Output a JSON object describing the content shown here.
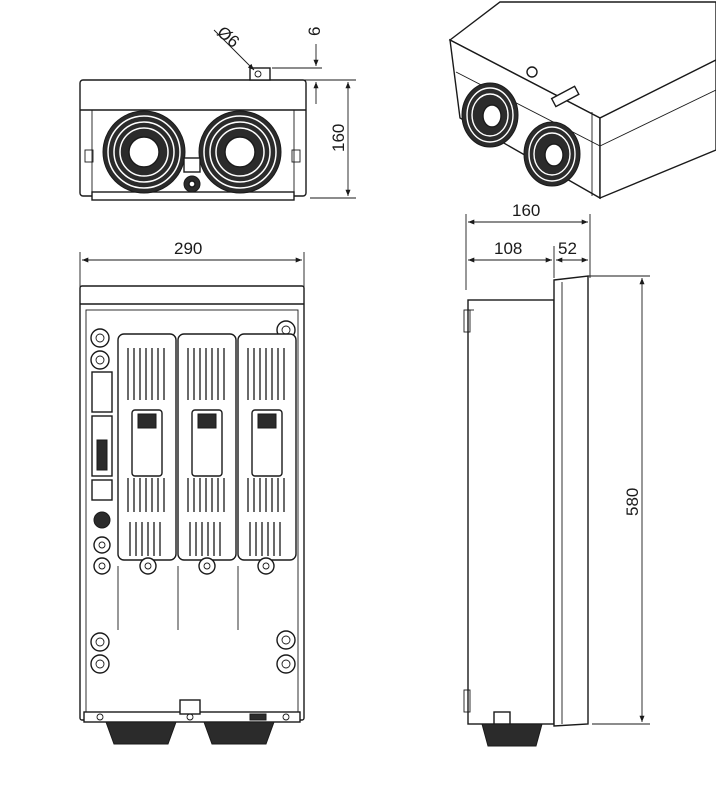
{
  "colors": {
    "line": "#1a1a1a",
    "background": "#ffffff",
    "dark_fill": "#2b2b2b"
  },
  "dimensions": {
    "hole_diameter": "Ø6",
    "flange_thickness": "6",
    "front_height": "160",
    "total_width": "290",
    "side_depth": "160",
    "side_depth_body": "108",
    "side_depth_cover": "52",
    "total_height": "580"
  }
}
